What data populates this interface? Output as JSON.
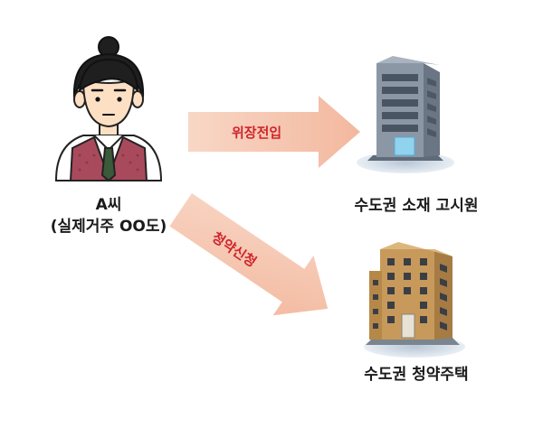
{
  "person": {
    "name": "A씨",
    "residence": "(실제거주 OO도)"
  },
  "arrows": {
    "registration": {
      "label": "위장전입"
    },
    "application": {
      "label": "청약신청"
    }
  },
  "buildings": {
    "goshiwon": {
      "label": "수도권 소재 고시원"
    },
    "housing": {
      "label": "수도권 청약주택"
    }
  },
  "colors": {
    "arrow_fill": "#f6c9b4",
    "arrow_text": "#d0242b",
    "shirt": "#a94a5c",
    "tie": "#3a5a3a",
    "hair": "#1f1f1f",
    "skin": "#fde0c4",
    "office_building": "#7d8898",
    "apartment_building": "#c69a5a"
  }
}
